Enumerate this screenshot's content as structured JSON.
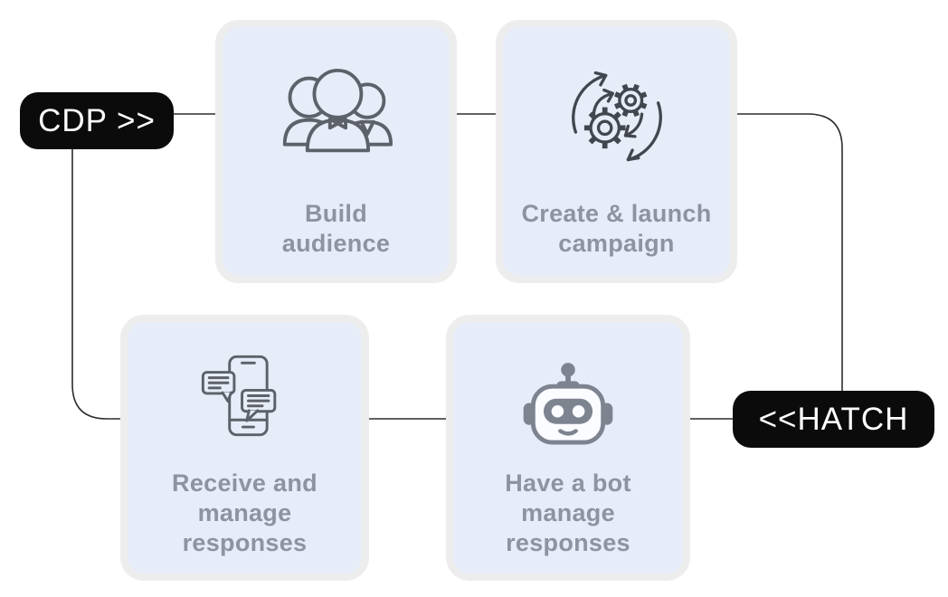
{
  "colors": {
    "page_background": "#ffffff",
    "card_fill": "#e7ecf9",
    "card_border": "#ededed",
    "label_text": "#8d93a0",
    "pill_background": "#0b0b0b",
    "pill_text": "#ffffff",
    "connector": "#2b2d30",
    "icon_people": "#5d6169",
    "icon_gears": "#42464e",
    "icon_phone": "#5d6169",
    "icon_robot": "#7d8490",
    "robot_face": "#fafcff"
  },
  "pills": {
    "cdp": {
      "text": "CDP >>"
    },
    "hatch": {
      "text": "<<HATCH"
    }
  },
  "cards": [
    {
      "id": "build-audience",
      "icon": "people-group-icon",
      "lines": [
        "Build",
        "audience"
      ]
    },
    {
      "id": "create-launch-campaign",
      "icon": "gears-cycle-icon",
      "lines": [
        "Create & launch",
        "campaign"
      ]
    },
    {
      "id": "receive-manage-responses",
      "icon": "phone-chat-icon",
      "lines": [
        "Receive and",
        "manage",
        "responses"
      ]
    },
    {
      "id": "bot-manage-responses",
      "icon": "robot-icon",
      "lines": [
        "Have a bot",
        "manage",
        "responses"
      ]
    }
  ],
  "flow": [
    "CDP >> Build audience",
    "Build audience -> Create & launch campaign",
    "Create & launch campaign -> <<HATCH",
    "CDP >> Receive and manage responses",
    "Receive and manage responses -> Have a bot manage responses",
    "Have a bot manage responses -> <<HATCH"
  ]
}
